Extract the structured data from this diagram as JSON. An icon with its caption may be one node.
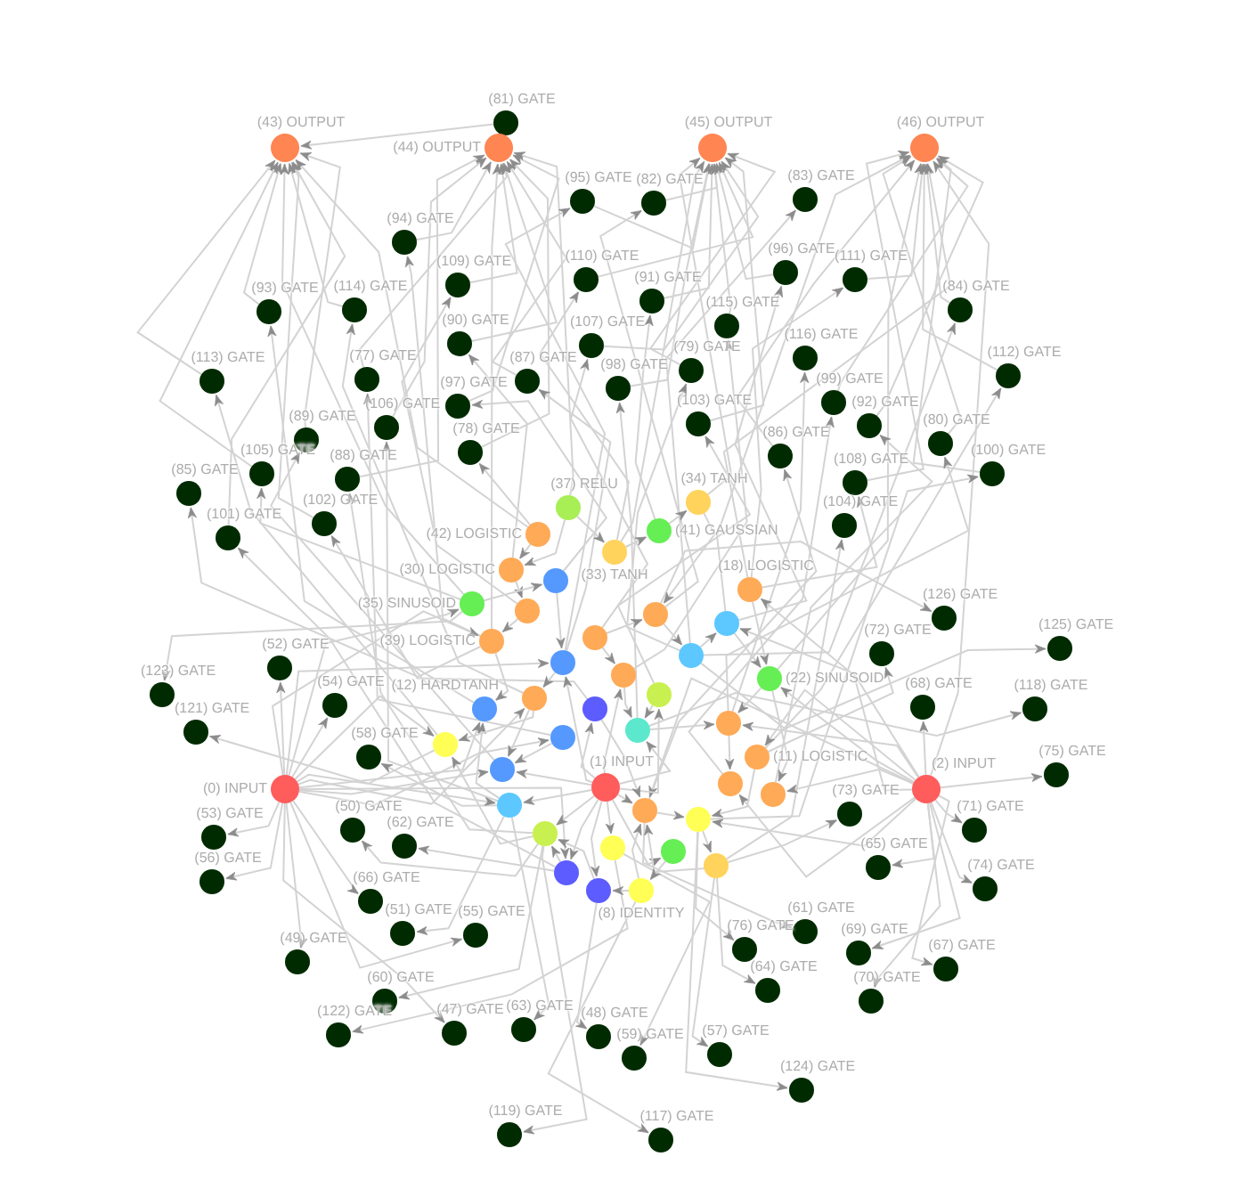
{
  "diagram": {
    "nodes": [
      {
        "text": [],
        "shape": "circle",
        "beside": [
          "(81) GATE"
        ]
      },
      {
        "text": [],
        "shape": "circle",
        "beside": [
          "(43) OUTPUT"
        ]
      },
      {
        "text": [],
        "shape": "circle",
        "beside": [
          "(44) OUTPUT"
        ]
      },
      {
        "text": [],
        "shape": "circle",
        "beside": [
          "(45) OUTPUT"
        ]
      },
      {
        "text": [],
        "shape": "circle",
        "beside": [
          "(46) OUTPUT"
        ]
      },
      {
        "text": [],
        "shape": "circle",
        "beside": [
          "(83) GATE"
        ]
      },
      {
        "text": [],
        "shape": "circle",
        "beside": [
          "(95) GATE"
        ]
      },
      {
        "text": [],
        "shape": "circle",
        "beside": [
          "(82) GATE"
        ]
      },
      {
        "text": [],
        "shape": "circle",
        "beside": [
          "(94) GATE"
        ]
      },
      {
        "text": [],
        "shape": "circle",
        "beside": [
          "(96) GATE"
        ]
      },
      {
        "text": [],
        "shape": "circle",
        "beside": [
          "(110) GATE"
        ]
      },
      {
        "text": [],
        "shape": "circle",
        "beside": [
          "(111) GATE"
        ]
      },
      {
        "text": [],
        "shape": "circle",
        "beside": [
          "(109) GATE"
        ]
      },
      {
        "text": [],
        "shape": "circle",
        "beside": [
          "(91) GATE"
        ]
      },
      {
        "text": [],
        "shape": "circle",
        "beside": [
          "(114) GATE"
        ]
      },
      {
        "text": [],
        "shape": "circle",
        "beside": [
          "(93) GATE"
        ]
      },
      {
        "text": [],
        "shape": "circle",
        "beside": [
          "(84) GATE"
        ]
      },
      {
        "text": [],
        "shape": "circle",
        "beside": [
          "(115) GATE"
        ]
      },
      {
        "text": [],
        "shape": "circle",
        "beside": [
          "(90) GATE"
        ]
      },
      {
        "text": [],
        "shape": "circle",
        "beside": [
          "(107) GATE"
        ]
      },
      {
        "text": [],
        "shape": "circle",
        "beside": [
          "(116) GATE"
        ]
      },
      {
        "text": [],
        "shape": "circle",
        "beside": [
          "(79) GATE"
        ]
      },
      {
        "text": [],
        "shape": "circle",
        "beside": [
          "(112) GATE"
        ]
      },
      {
        "text": [],
        "shape": "circle",
        "beside": [
          "(87) GATE"
        ]
      },
      {
        "text": [],
        "shape": "circle",
        "beside": [
          "(77) GATE"
        ]
      },
      {
        "text": [],
        "shape": "circle",
        "beside": [
          "(113) GATE"
        ]
      },
      {
        "text": [],
        "shape": "circle",
        "beside": [
          "(98) GATE"
        ]
      },
      {
        "text": [],
        "shape": "circle",
        "beside": [
          "(99) GATE"
        ]
      },
      {
        "text": [],
        "shape": "circle",
        "beside": [
          "(97) GATE"
        ]
      },
      {
        "text": [],
        "shape": "circle",
        "beside": [
          "(106) GATE"
        ]
      },
      {
        "text": [],
        "shape": "circle",
        "beside": [
          "(103) GATE"
        ]
      },
      {
        "text": [],
        "shape": "circle",
        "beside": [
          "(92) GATE"
        ]
      },
      {
        "text": [],
        "shape": "circle",
        "beside": [
          "(89) GATE"
        ]
      },
      {
        "text": [],
        "shape": "circle",
        "beside": [
          "(80) GATE"
        ]
      },
      {
        "text": [],
        "shape": "circle",
        "beside": [
          "(78) GATE"
        ]
      },
      {
        "text": [],
        "shape": "circle",
        "beside": [
          "(86) GATE"
        ]
      },
      {
        "text": [],
        "shape": "circle",
        "beside": [
          "(105) GATE"
        ]
      },
      {
        "text": [],
        "shape": "circle",
        "beside": [
          "(100) GATE"
        ]
      },
      {
        "text": [],
        "shape": "circle",
        "beside": [
          "(88) GATE"
        ]
      },
      {
        "text": [],
        "shape": "circle",
        "beside": [
          "(108) GATE"
        ]
      },
      {
        "text": [],
        "shape": "circle",
        "beside": [
          "(85) GATE"
        ]
      },
      {
        "text": [],
        "shape": "circle",
        "beside": [
          "(102) GATE"
        ]
      },
      {
        "text": [],
        "shape": "circle",
        "beside": [
          "(104) GATE"
        ]
      },
      {
        "text": [],
        "shape": "circle",
        "beside": [
          "(101) GATE"
        ]
      },
      {
        "text": [],
        "shape": "circle",
        "beside": [
          "(37) RELU"
        ]
      },
      {
        "text": [],
        "shape": "circle",
        "beside": [
          "(34) TANH"
        ]
      },
      {
        "text": [],
        "shape": "circle",
        "beside": [
          "(41) GAUSSIAN"
        ]
      },
      {
        "text": [],
        "shape": "circle",
        "beside": [
          "(42) LOGISTIC"
        ]
      },
      {
        "text": [],
        "shape": "circle",
        "beside": [
          "(33) TANH"
        ]
      },
      {
        "text": [],
        "shape": "circle",
        "beside": [
          "(30) LOGISTIC"
        ]
      },
      {
        "text": [],
        "shape": "circle"
      },
      {
        "text": [],
        "shape": "circle",
        "beside": [
          "(18) LOGISTIC"
        ]
      },
      {
        "text": [],
        "shape": "circle"
      },
      {
        "text": [],
        "shape": "circle",
        "beside": [
          "(35) SINUSOID"
        ]
      },
      {
        "text": [],
        "shape": "circle"
      },
      {
        "text": [],
        "shape": "circle"
      },
      {
        "text": [],
        "shape": "circle",
        "beside": [
          "(126) GATE"
        ]
      },
      {
        "text": [],
        "shape": "circle",
        "beside": [
          "(39) LOGISTIC"
        ]
      },
      {
        "text": [],
        "shape": "circle"
      },
      {
        "text": [],
        "shape": "circle"
      },
      {
        "text": [],
        "shape": "circle",
        "beside": [
          "(125) GATE"
        ]
      },
      {
        "text": [],
        "shape": "circle",
        "beside": [
          "(72) GATE"
        ]
      },
      {
        "text": [],
        "shape": "circle"
      },
      {
        "text": [],
        "shape": "circle",
        "beside": [
          "(52) GATE"
        ]
      },
      {
        "text": [],
        "shape": "circle"
      },
      {
        "text": [],
        "shape": "circle"
      },
      {
        "text": [],
        "shape": "circle",
        "beside": [
          "(22) SINUSOID"
        ]
      },
      {
        "text": [],
        "shape": "circle",
        "beside": [
          "(123) GATE"
        ]
      },
      {
        "text": [],
        "shape": "circle"
      },
      {
        "text": [],
        "shape": "circle"
      },
      {
        "text": [],
        "shape": "circle",
        "beside": [
          "(54) GATE"
        ]
      },
      {
        "text": [],
        "shape": "circle",
        "beside": [
          "(68) GATE"
        ]
      },
      {
        "text": [],
        "shape": "circle",
        "beside": [
          "(118) GATE"
        ]
      },
      {
        "text": [],
        "shape": "circle"
      },
      {
        "text": [],
        "shape": "circle"
      },
      {
        "text": [],
        "shape": "circle",
        "beside": [
          "(12) HARDTANH"
        ]
      },
      {
        "text": [],
        "shape": "circle"
      },
      {
        "text": [],
        "shape": "circle",
        "beside": [
          "(121) GATE"
        ]
      },
      {
        "text": [],
        "shape": "circle"
      },
      {
        "text": [],
        "shape": "circle"
      },
      {
        "text": [],
        "shape": "circle",
        "beside": [
          "(11) LOGISTIC"
        ]
      },
      {
        "text": [],
        "shape": "circle",
        "beside": [
          "(58) GATE"
        ]
      },
      {
        "text": [],
        "shape": "circle"
      },
      {
        "text": [],
        "shape": "circle"
      },
      {
        "text": [],
        "shape": "circle",
        "beside": [
          "(75) GATE"
        ]
      },
      {
        "text": [],
        "shape": "circle",
        "beside": [
          "(1) INPUT"
        ]
      },
      {
        "text": [],
        "shape": "circle",
        "beside": [
          "(0) INPUT"
        ]
      },
      {
        "text": [],
        "shape": "circle",
        "beside": [
          "(2) INPUT"
        ]
      },
      {
        "text": [],
        "shape": "circle"
      },
      {
        "text": [],
        "shape": "circle"
      },
      {
        "text": [],
        "shape": "circle"
      },
      {
        "text": [],
        "shape": "circle",
        "beside": [
          "(73) GATE"
        ]
      },
      {
        "text": [],
        "shape": "circle"
      },
      {
        "text": [],
        "shape": "circle",
        "beside": [
          "(50) GATE"
        ]
      },
      {
        "text": [],
        "shape": "circle",
        "beside": [
          "(71) GATE"
        ]
      },
      {
        "text": [],
        "shape": "circle",
        "beside": [
          "(53) GATE"
        ]
      },
      {
        "text": [],
        "shape": "circle"
      },
      {
        "text": [],
        "shape": "circle",
        "beside": [
          "(62) GATE"
        ]
      },
      {
        "text": [],
        "shape": "circle"
      },
      {
        "text": [],
        "shape": "circle"
      },
      {
        "text": [],
        "shape": "circle"
      },
      {
        "text": [],
        "shape": "circle"
      },
      {
        "text": [],
        "shape": "circle",
        "beside": [
          "(65) GATE"
        ]
      },
      {
        "text": [],
        "shape": "circle",
        "beside": [
          "(8) IDENTITY"
        ]
      },
      {
        "text": [],
        "shape": "circle",
        "beside": [
          "(56) GATE"
        ]
      },
      {
        "text": [],
        "shape": "circle",
        "beside": [
          "(74) GATE"
        ]
      },
      {
        "text": [],
        "shape": "circle",
        "beside": [
          "(66) GATE"
        ]
      },
      {
        "text": [],
        "shape": "circle",
        "beside": [
          "(51) GATE"
        ]
      },
      {
        "text": [],
        "shape": "circle",
        "beside": [
          "(55) GATE"
        ]
      },
      {
        "text": [],
        "shape": "circle",
        "beside": [
          "(61) GATE"
        ]
      },
      {
        "text": [],
        "shape": "circle",
        "beside": [
          "(76) GATE"
        ]
      },
      {
        "text": [],
        "shape": "circle",
        "beside": [
          "(69) GATE"
        ]
      },
      {
        "text": [],
        "shape": "circle",
        "beside": [
          "(49) GATE"
        ]
      },
      {
        "text": [],
        "shape": "circle",
        "beside": [
          "(67) GATE"
        ]
      },
      {
        "text": [],
        "shape": "circle",
        "beside": [
          "(64) GATE"
        ]
      },
      {
        "text": [],
        "shape": "circle",
        "beside": [
          "(60) GATE"
        ]
      },
      {
        "text": [],
        "shape": "circle",
        "beside": [
          "(70) GATE"
        ]
      },
      {
        "text": [],
        "shape": "circle",
        "beside": [
          "(122) GATE"
        ]
      },
      {
        "text": [],
        "shape": "circle",
        "beside": [
          "(47) GATE"
        ]
      },
      {
        "text": [],
        "shape": "circle",
        "beside": [
          "(63) GATE"
        ]
      },
      {
        "text": [],
        "shape": "circle",
        "beside": [
          "(48) GATE"
        ]
      },
      {
        "text": [],
        "shape": "circle",
        "beside": [
          "(57) GATE"
        ]
      },
      {
        "text": [],
        "shape": "circle",
        "beside": [
          "(59) GATE"
        ]
      },
      {
        "text": [],
        "shape": "circle",
        "beside": [
          "(124) GATE"
        ]
      },
      {
        "text": [],
        "shape": "circle",
        "beside": [
          "(119) GATE"
        ]
      },
      {
        "text": [],
        "shape": "circle",
        "beside": [
          "(117) GATE"
        ]
      }
    ],
    "edges": [
      {
        "from": 25,
        "to": 1,
        "arrow": "to"
      },
      {
        "from": 15,
        "to": 1,
        "arrow": "to"
      },
      {
        "from": 36,
        "to": 1,
        "arrow": "to"
      },
      {
        "from": 43,
        "to": 1,
        "arrow": "to"
      },
      {
        "from": 32,
        "to": 1,
        "arrow": "to"
      },
      {
        "from": 14,
        "to": 1,
        "arrow": "to"
      },
      {
        "from": 41,
        "to": 1,
        "arrow": "to"
      },
      {
        "from": 0,
        "to": 1,
        "arrow": "to"
      },
      {
        "from": 8,
        "to": 2,
        "arrow": "to"
      },
      {
        "from": 12,
        "to": 2,
        "arrow": "to"
      },
      {
        "from": 18,
        "to": 2,
        "arrow": "to"
      },
      {
        "from": 24,
        "to": 2,
        "arrow": "to"
      },
      {
        "from": 28,
        "to": 2,
        "arrow": "to"
      },
      {
        "from": 29,
        "to": 2,
        "arrow": "to"
      },
      {
        "from": 34,
        "to": 2,
        "arrow": "to"
      },
      {
        "from": 38,
        "to": 2,
        "arrow": "to"
      },
      {
        "from": 23,
        "to": 2,
        "arrow": "to"
      },
      {
        "from": 6,
        "to": 3,
        "arrow": "to"
      },
      {
        "from": 7,
        "to": 3,
        "arrow": "to"
      },
      {
        "from": 10,
        "to": 3,
        "arrow": "to"
      },
      {
        "from": 13,
        "to": 3,
        "arrow": "to"
      },
      {
        "from": 17,
        "to": 3,
        "arrow": "to"
      },
      {
        "from": 19,
        "to": 3,
        "arrow": "to"
      },
      {
        "from": 21,
        "to": 3,
        "arrow": "to"
      },
      {
        "from": 26,
        "to": 3,
        "arrow": "to"
      },
      {
        "from": 30,
        "to": 3,
        "arrow": "to"
      },
      {
        "from": 9,
        "to": 3,
        "arrow": "to"
      },
      {
        "from": 11,
        "to": 4,
        "arrow": "to"
      },
      {
        "from": 16,
        "to": 4,
        "arrow": "to"
      },
      {
        "from": 22,
        "to": 4,
        "arrow": "to"
      },
      {
        "from": 27,
        "to": 4,
        "arrow": "to"
      },
      {
        "from": 31,
        "to": 4,
        "arrow": "to"
      },
      {
        "from": 33,
        "to": 4,
        "arrow": "to"
      },
      {
        "from": 37,
        "to": 4,
        "arrow": "to"
      },
      {
        "from": 39,
        "to": 4,
        "arrow": "to"
      },
      {
        "from": 35,
        "to": 4,
        "arrow": "to"
      },
      {
        "from": 87,
        "to": 4,
        "arrow": "to"
      },
      {
        "from": 47,
        "to": 1,
        "arrow": "to"
      },
      {
        "from": 53,
        "to": 1,
        "arrow": "to"
      },
      {
        "from": 57,
        "to": 2,
        "arrow": "to"
      },
      {
        "from": 44,
        "to": 2,
        "arrow": "to"
      },
      {
        "from": 48,
        "to": 3,
        "arrow": "to"
      },
      {
        "from": 45,
        "to": 3,
        "arrow": "to"
      },
      {
        "from": 51,
        "to": 4,
        "arrow": "to"
      },
      {
        "from": 54,
        "to": 4,
        "arrow": "to"
      },
      {
        "from": 66,
        "to": 4,
        "arrow": "to"
      },
      {
        "from": 59,
        "to": 5,
        "arrow": "to"
      },
      {
        "from": 62,
        "to": 6,
        "arrow": "to"
      },
      {
        "from": 55,
        "to": 7,
        "arrow": "to"
      },
      {
        "from": 57,
        "to": 8,
        "arrow": "to"
      },
      {
        "from": 54,
        "to": 9,
        "arrow": "to"
      },
      {
        "from": 48,
        "to": 10,
        "arrow": "to"
      },
      {
        "from": 51,
        "to": 11,
        "arrow": "to"
      },
      {
        "from": 52,
        "to": 12,
        "arrow": "to"
      },
      {
        "from": 46,
        "to": 13,
        "arrow": "to"
      },
      {
        "from": 68,
        "to": 14,
        "arrow": "to"
      },
      {
        "from": 75,
        "to": 15,
        "arrow": "to"
      },
      {
        "from": 59,
        "to": 16,
        "arrow": "to"
      },
      {
        "from": 64,
        "to": 17,
        "arrow": "to"
      },
      {
        "from": 49,
        "to": 18,
        "arrow": "to"
      },
      {
        "from": 58,
        "to": 19,
        "arrow": "to"
      },
      {
        "from": 76,
        "to": 20,
        "arrow": "to"
      },
      {
        "from": 59,
        "to": 21,
        "arrow": "to"
      },
      {
        "from": 80,
        "to": 22,
        "arrow": "to"
      },
      {
        "from": 62,
        "to": 23,
        "arrow": "to"
      },
      {
        "from": 74,
        "to": 24,
        "arrow": "to"
      },
      {
        "from": 78,
        "to": 25,
        "arrow": "to"
      },
      {
        "from": 73,
        "to": 26,
        "arrow": "to"
      },
      {
        "from": 82,
        "to": 27,
        "arrow": "to"
      },
      {
        "from": 50,
        "to": 28,
        "arrow": "to"
      },
      {
        "from": 88,
        "to": 29,
        "arrow": "to"
      },
      {
        "from": 65,
        "to": 30,
        "arrow": "to"
      },
      {
        "from": 83,
        "to": 31,
        "arrow": "to"
      },
      {
        "from": 79,
        "to": 32,
        "arrow": "to"
      },
      {
        "from": 76,
        "to": 33,
        "arrow": "to"
      },
      {
        "from": 47,
        "to": 34,
        "arrow": "to"
      },
      {
        "from": 89,
        "to": 35,
        "arrow": "to"
      },
      {
        "from": 53,
        "to": 36,
        "arrow": "to"
      },
      {
        "from": 90,
        "to": 37,
        "arrow": "to"
      },
      {
        "from": 92,
        "to": 38,
        "arrow": "to"
      },
      {
        "from": 51,
        "to": 39,
        "arrow": "to"
      },
      {
        "from": 57,
        "to": 40,
        "arrow": "to"
      },
      {
        "from": 69,
        "to": 41,
        "arrow": "to"
      },
      {
        "from": 100,
        "to": 42,
        "arrow": "to"
      },
      {
        "from": 98,
        "to": 43,
        "arrow": "to"
      },
      {
        "from": 55,
        "to": 56,
        "arrow": "to"
      },
      {
        "from": 59,
        "to": 60,
        "arrow": "to"
      },
      {
        "from": 80,
        "to": 61,
        "arrow": "to"
      },
      {
        "from": 86,
        "to": 63,
        "arrow": "to"
      },
      {
        "from": 53,
        "to": 67,
        "arrow": "to"
      },
      {
        "from": 86,
        "to": 70,
        "arrow": "to"
      },
      {
        "from": 87,
        "to": 71,
        "arrow": "to"
      },
      {
        "from": 73,
        "to": 72,
        "arrow": "to"
      },
      {
        "from": 78,
        "to": 77,
        "arrow": "to"
      },
      {
        "from": 88,
        "to": 81,
        "arrow": "to"
      },
      {
        "from": 87,
        "to": 84,
        "arrow": "to"
      },
      {
        "from": 100,
        "to": 91,
        "arrow": "to"
      },
      {
        "from": 92,
        "to": 93,
        "arrow": "to"
      },
      {
        "from": 87,
        "to": 94,
        "arrow": "to"
      },
      {
        "from": 86,
        "to": 95,
        "arrow": "to"
      },
      {
        "from": 98,
        "to": 97,
        "arrow": "to"
      },
      {
        "from": 87,
        "to": 102,
        "arrow": "to"
      },
      {
        "from": 86,
        "to": 104,
        "arrow": "to"
      },
      {
        "from": 87,
        "to": 105,
        "arrow": "to"
      },
      {
        "from": 86,
        "to": 106,
        "arrow": "to"
      },
      {
        "from": 88,
        "to": 107,
        "arrow": "to"
      },
      {
        "from": 86,
        "to": 108,
        "arrow": "to"
      },
      {
        "from": 89,
        "to": 109,
        "arrow": "to"
      },
      {
        "from": 90,
        "to": 110,
        "arrow": "to"
      },
      {
        "from": 87,
        "to": 111,
        "arrow": "to"
      },
      {
        "from": 86,
        "to": 112,
        "arrow": "to"
      },
      {
        "from": 87,
        "to": 113,
        "arrow": "to"
      },
      {
        "from": 100,
        "to": 114,
        "arrow": "to"
      },
      {
        "from": 92,
        "to": 115,
        "arrow": "to"
      },
      {
        "from": 87,
        "to": 116,
        "arrow": "to"
      },
      {
        "from": 99,
        "to": 117,
        "arrow": "to"
      },
      {
        "from": 86,
        "to": 118,
        "arrow": "to"
      },
      {
        "from": 88,
        "to": 119,
        "arrow": "to"
      },
      {
        "from": 101,
        "to": 120,
        "arrow": "to"
      },
      {
        "from": 100,
        "to": 121,
        "arrow": "to"
      },
      {
        "from": 99,
        "to": 122,
        "arrow": "to"
      },
      {
        "from": 90,
        "to": 123,
        "arrow": "to"
      },
      {
        "from": 92,
        "to": 124,
        "arrow": "to"
      },
      {
        "from": 103,
        "to": 125,
        "arrow": "to"
      },
      {
        "from": 86,
        "to": 75,
        "arrow": "to"
      },
      {
        "from": 86,
        "to": 78,
        "arrow": "to"
      },
      {
        "from": 86,
        "to": 79,
        "arrow": "to"
      },
      {
        "from": 86,
        "to": 88,
        "arrow": "to"
      },
      {
        "from": 86,
        "to": 57,
        "arrow": "to"
      },
      {
        "from": 86,
        "to": 53,
        "arrow": "to"
      },
      {
        "from": 86,
        "to": 62,
        "arrow": "to"
      },
      {
        "from": 86,
        "to": 68,
        "arrow": "to"
      },
      {
        "from": 86,
        "to": 98,
        "arrow": "to"
      },
      {
        "from": 86,
        "to": 74,
        "arrow": "to"
      },
      {
        "from": 87,
        "to": 82,
        "arrow": "to"
      },
      {
        "from": 87,
        "to": 83,
        "arrow": "to"
      },
      {
        "from": 87,
        "to": 80,
        "arrow": "to"
      },
      {
        "from": 87,
        "to": 76,
        "arrow": "to"
      },
      {
        "from": 87,
        "to": 66,
        "arrow": "to"
      },
      {
        "from": 87,
        "to": 90,
        "arrow": "to"
      },
      {
        "from": 87,
        "to": 54,
        "arrow": "to"
      },
      {
        "from": 87,
        "to": 51,
        "arrow": "to"
      },
      {
        "from": 87,
        "to": 89,
        "arrow": "to"
      },
      {
        "from": 85,
        "to": 62,
        "arrow": "to"
      },
      {
        "from": 85,
        "to": 69,
        "arrow": "to"
      },
      {
        "from": 85,
        "to": 73,
        "arrow": "to"
      },
      {
        "from": 85,
        "to": 79,
        "arrow": "to"
      },
      {
        "from": 85,
        "to": 64,
        "arrow": "to"
      },
      {
        "from": 85,
        "to": 65,
        "arrow": "to"
      },
      {
        "from": 85,
        "to": 99,
        "arrow": "to"
      },
      {
        "from": 85,
        "to": 101,
        "arrow": "to"
      },
      {
        "from": 85,
        "to": 98,
        "arrow": "to"
      },
      {
        "from": 85,
        "to": 92,
        "arrow": "to"
      },
      {
        "from": 85,
        "to": 88,
        "arrow": "to"
      },
      {
        "from": 85,
        "to": 89,
        "arrow": "to"
      },
      {
        "from": 85,
        "to": 96,
        "arrow": "to"
      },
      {
        "from": 44,
        "to": 49,
        "arrow": "to"
      },
      {
        "from": 47,
        "to": 49,
        "arrow": "to"
      },
      {
        "from": 49,
        "to": 52,
        "arrow": "to"
      },
      {
        "from": 52,
        "to": 57,
        "arrow": "to"
      },
      {
        "from": 57,
        "to": 75,
        "arrow": "to"
      },
      {
        "from": 50,
        "to": 62,
        "arrow": "to"
      },
      {
        "from": 62,
        "to": 68,
        "arrow": "to"
      },
      {
        "from": 68,
        "to": 79,
        "arrow": "to"
      },
      {
        "from": 74,
        "to": 79,
        "arrow": "to"
      },
      {
        "from": 44,
        "to": 48,
        "arrow": "to"
      },
      {
        "from": 48,
        "to": 46,
        "arrow": "to"
      },
      {
        "from": 46,
        "to": 45,
        "arrow": "to"
      },
      {
        "from": 45,
        "to": 55,
        "arrow": "to"
      },
      {
        "from": 55,
        "to": 59,
        "arrow": "to"
      },
      {
        "from": 59,
        "to": 54,
        "arrow": "to"
      },
      {
        "from": 54,
        "to": 66,
        "arrow": "to"
      },
      {
        "from": 51,
        "to": 66,
        "arrow": "to"
      },
      {
        "from": 66,
        "to": 76,
        "arrow": "to"
      },
      {
        "from": 76,
        "to": 82,
        "arrow": "to"
      },
      {
        "from": 80,
        "to": 90,
        "arrow": "to"
      },
      {
        "from": 66,
        "to": 83,
        "arrow": "to"
      },
      {
        "from": 58,
        "to": 64,
        "arrow": "to"
      },
      {
        "from": 64,
        "to": 73,
        "arrow": "to"
      },
      {
        "from": 65,
        "to": 73,
        "arrow": "to"
      },
      {
        "from": 73,
        "to": 76,
        "arrow": "to"
      },
      {
        "from": 69,
        "to": 89,
        "arrow": "to"
      },
      {
        "from": 89,
        "to": 90,
        "arrow": "to"
      },
      {
        "from": 90,
        "to": 100,
        "arrow": "to"
      },
      {
        "from": 100,
        "to": 89,
        "arrow": "to"
      },
      {
        "from": 96,
        "to": 103,
        "arrow": "to"
      },
      {
        "from": 103,
        "to": 89,
        "arrow": "to"
      },
      {
        "from": 103,
        "to": 101,
        "arrow": "to"
      },
      {
        "from": 101,
        "to": 92,
        "arrow": "to"
      },
      {
        "from": 98,
        "to": 92,
        "arrow": "to"
      },
      {
        "from": 92,
        "to": 78,
        "arrow": "to"
      },
      {
        "from": 88,
        "to": 75,
        "arrow": "to"
      },
      {
        "from": 68,
        "to": 78,
        "arrow": "to"
      },
      {
        "from": 53,
        "to": 50,
        "arrow": "to"
      },
      {
        "from": 58,
        "to": 55,
        "arrow": "to"
      }
    ]
  }
}
